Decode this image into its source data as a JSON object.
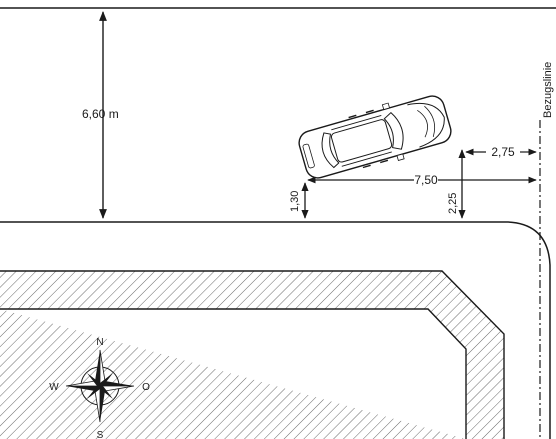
{
  "dimensions": {
    "road_width": "6,60 m",
    "car_rear_offset": "1,30",
    "car_front_offset": "2,25",
    "car_span": "7,50",
    "front_to_reference": "2,75"
  },
  "reference_line_label": "Bezugslinie",
  "compass": {
    "north": "N",
    "south": "S",
    "east": "O",
    "west": "W"
  },
  "colors": {
    "ink": "#1a1a1a",
    "car_fill": "#ffffff",
    "hatch": "#444444"
  }
}
